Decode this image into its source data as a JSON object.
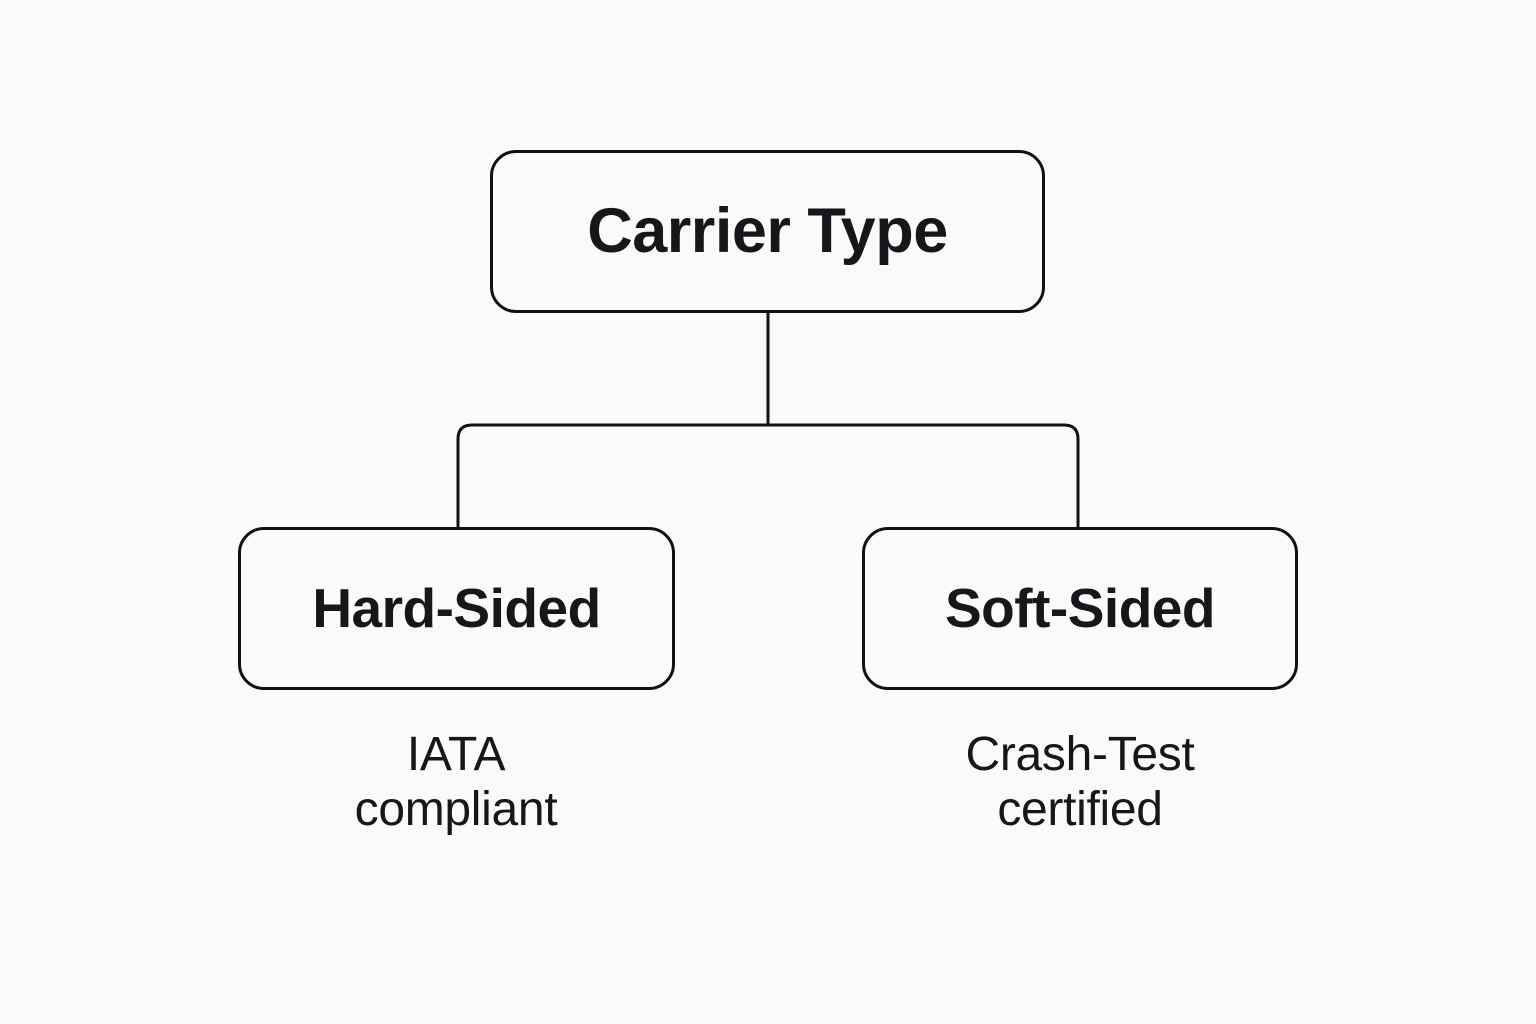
{
  "diagram": {
    "title": "Carrier Type",
    "background_color": "#fafafa",
    "line_color": "#111111",
    "text_color": "#15171a",
    "root": {
      "label": "Carrier Type"
    },
    "children": [
      {
        "label": "Hard-Sided",
        "caption_line1": "IATA",
        "caption_line2": "compliant"
      },
      {
        "label": "Soft-Sided",
        "caption_line1": "Crash-Test",
        "caption_line2": "certified"
      }
    ]
  }
}
